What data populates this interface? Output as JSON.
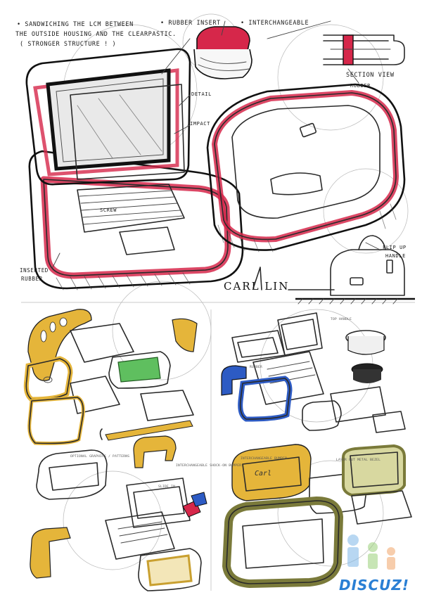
{
  "annotations": {
    "sandwich_1": "• SANDWICHING THE LCM BETWEEN",
    "sandwich_2": "THE OUTSIDE HOUSING AND THE CLEARPASTIC.",
    "sandwich_3": "( STRONGER STRUCTURE ! )",
    "rubber_insert": "• RUBBER INSERT",
    "interchangeable": "• INTERCHANGEABLE",
    "section_view": "SECTION VIEW",
    "rubber": "RUBBER",
    "detail": "DETAIL",
    "impact": "IMPACT",
    "screw": "SCREW",
    "inserted_rubber_1": "INSERTED",
    "inserted_rubber_2": "RUBBER",
    "flip_up_1": "FLIP UP",
    "flip_up_2": "HANDLE",
    "signature": "CARL LIN"
  },
  "panel_notes": {
    "p3_note": "TOP HANDLE",
    "p3_rubber": "RUBBER",
    "p4_note_1": "OPTIONAL GRAPHICS / PATTERNS",
    "p4_note_2": "INTERCHANGEABLE SHOCK-ON BUMPER",
    "p4_note_3": "SLIDE IN",
    "p5_note_1": "INTERCHANGEABLE BUMPER",
    "p5_note_2": "LASER CUT METAL BEZEL",
    "p5_logo": "Carl"
  },
  "watermark": {
    "text": "DISCUZ!"
  },
  "colors": {
    "red": "#d6274a",
    "yellow": "#e5b53a",
    "green": "#5fbf5f",
    "blue": "#2d5bc4",
    "olive": "#7a7a3a",
    "logo_blue": "#2a7fd4"
  }
}
